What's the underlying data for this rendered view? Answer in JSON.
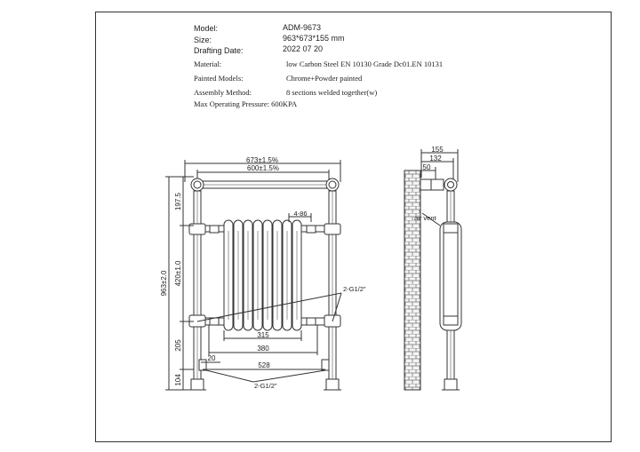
{
  "spec": {
    "model_label": "Model:",
    "model_value": "ADM-9673",
    "size_label": "Size:",
    "size_value": "963*673*155 mm",
    "date_label": "Drafting Date:",
    "date_value": "2022 07 20",
    "material_label": "Material:",
    "material_value": "low Carbon Steel  EN 10130 Grade Dc01.EN 10131",
    "painted_label": "Painted Models:",
    "painted_value": "Chrome+Powder painted",
    "assembly_label": "Assembly Method:",
    "assembly_value": "8 sections welded together(w)",
    "pressure_text": "Max Operating Pressure: 600KPA"
  },
  "dims": {
    "width_outer": "673±1.5%",
    "width_rail": "600±1.5%",
    "h_total": "963±2.0",
    "h_top": "197.5",
    "h_mid": "420±1.0",
    "h_low": "205",
    "h_base": "104",
    "section_spacing": "4-86",
    "col_width_inner": "315",
    "col_width_outer": "380",
    "foot_width": "528",
    "offset_20": "20",
    "connection_upper": "2-G1/2\"",
    "connection_lower": "2-G1/2\"",
    "depth_155": "155",
    "depth_132": "132",
    "depth_50": "50",
    "air_vent": "air vent"
  }
}
